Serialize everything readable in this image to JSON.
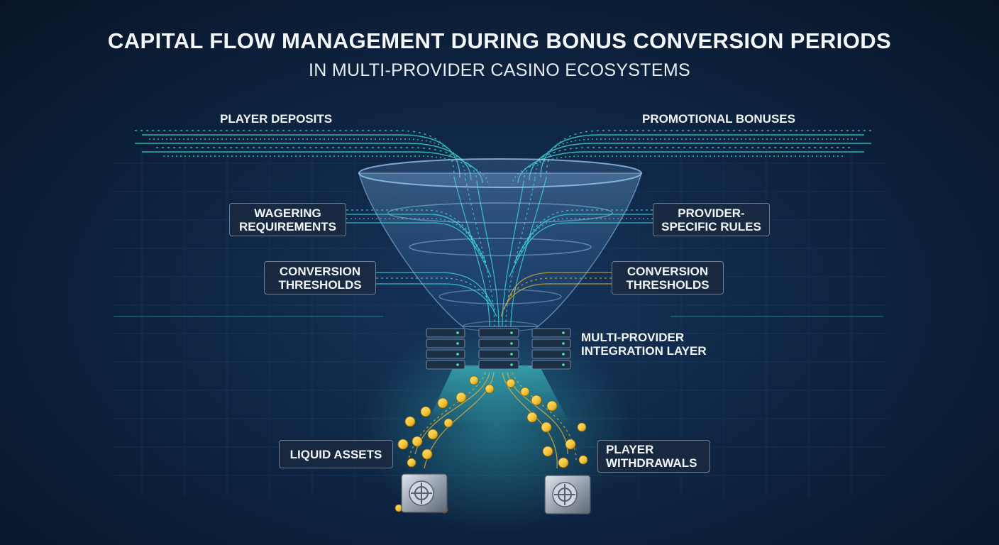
{
  "title": "CAPITAL FLOW MANAGEMENT DURING BONUS CONVERSION PERIODS",
  "subtitle": "IN MULTI-PROVIDER CASINO ECOSYSTEMS",
  "inputs": {
    "left": "PLAYER DEPOSITS",
    "right": "PROMOTIONAL BONUSES"
  },
  "stages": {
    "wagering": "WAGERING\nREQUIREMENTS",
    "provider_rules": "PROVIDER-\nSPECIFIC RULES",
    "conversion_left": "CONVERSION\nTHRESHOLDS",
    "conversion_right": "CONVERSION\nTHRESHOLDS"
  },
  "integration_layer": "MULTI-PROVIDER\nINTEGRATION LAYER",
  "outputs": {
    "left": "LIQUID ASSETS",
    "right": "PLAYER\nWITHDRAWALS"
  },
  "colors": {
    "flow_cyan": "#3fe6e0",
    "flow_gold": "#e8b43a",
    "coin_gold": "#f2c437",
    "funnel_glass": "#5b8fc7",
    "box_border": "#6c7e96",
    "vault_steel": "#aab3bf"
  },
  "icons": [
    "server-rack-icon",
    "coin-icon",
    "vault-icon"
  ]
}
